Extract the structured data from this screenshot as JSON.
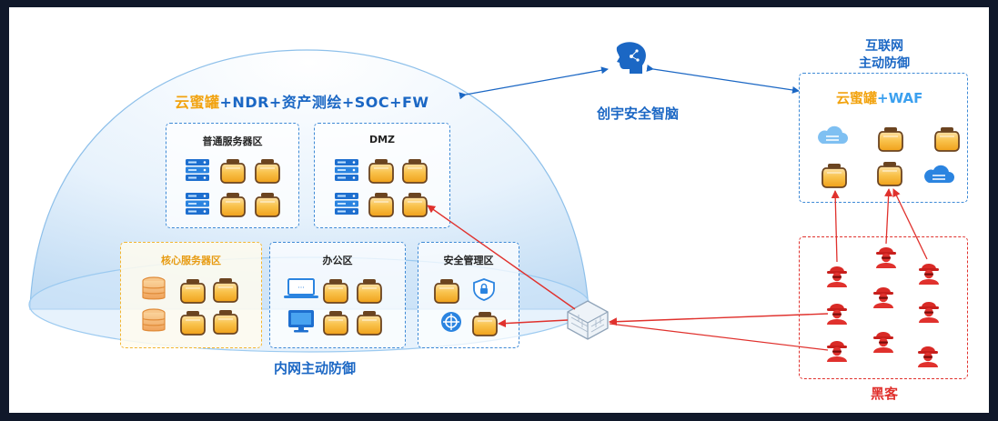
{
  "colors": {
    "blue": "#1b67c4",
    "orange": "#f2a30f",
    "red": "#e0312d",
    "dark_bg": "#10182a"
  },
  "dome": {
    "title": {
      "highlight": "云蜜罐",
      "rest": "+NDR+资产测绘+SOC+FW"
    },
    "footer": "内网主动防御"
  },
  "brain": {
    "label": "创宇安全智脑",
    "icon": "ai-brain-icon"
  },
  "internet": {
    "title_line1": "互联网",
    "title_line2": "主动防御",
    "box_title": {
      "highlight": "云蜜罐",
      "rest": "+WAF"
    }
  },
  "hacker": {
    "label": "黑客",
    "icon": "hacker-icon"
  },
  "zones": {
    "general": "普通服务器区",
    "dmz": "DMZ",
    "core": "核心服务器区",
    "office": "办公区",
    "security": "安全管理区"
  },
  "icons": [
    "honeypot-jar-icon",
    "server-rack-icon",
    "database-icon",
    "laptop-icon",
    "monitor-icon",
    "shield-lock-icon",
    "target-shield-icon",
    "cloud-icon",
    "firewall-icon"
  ]
}
